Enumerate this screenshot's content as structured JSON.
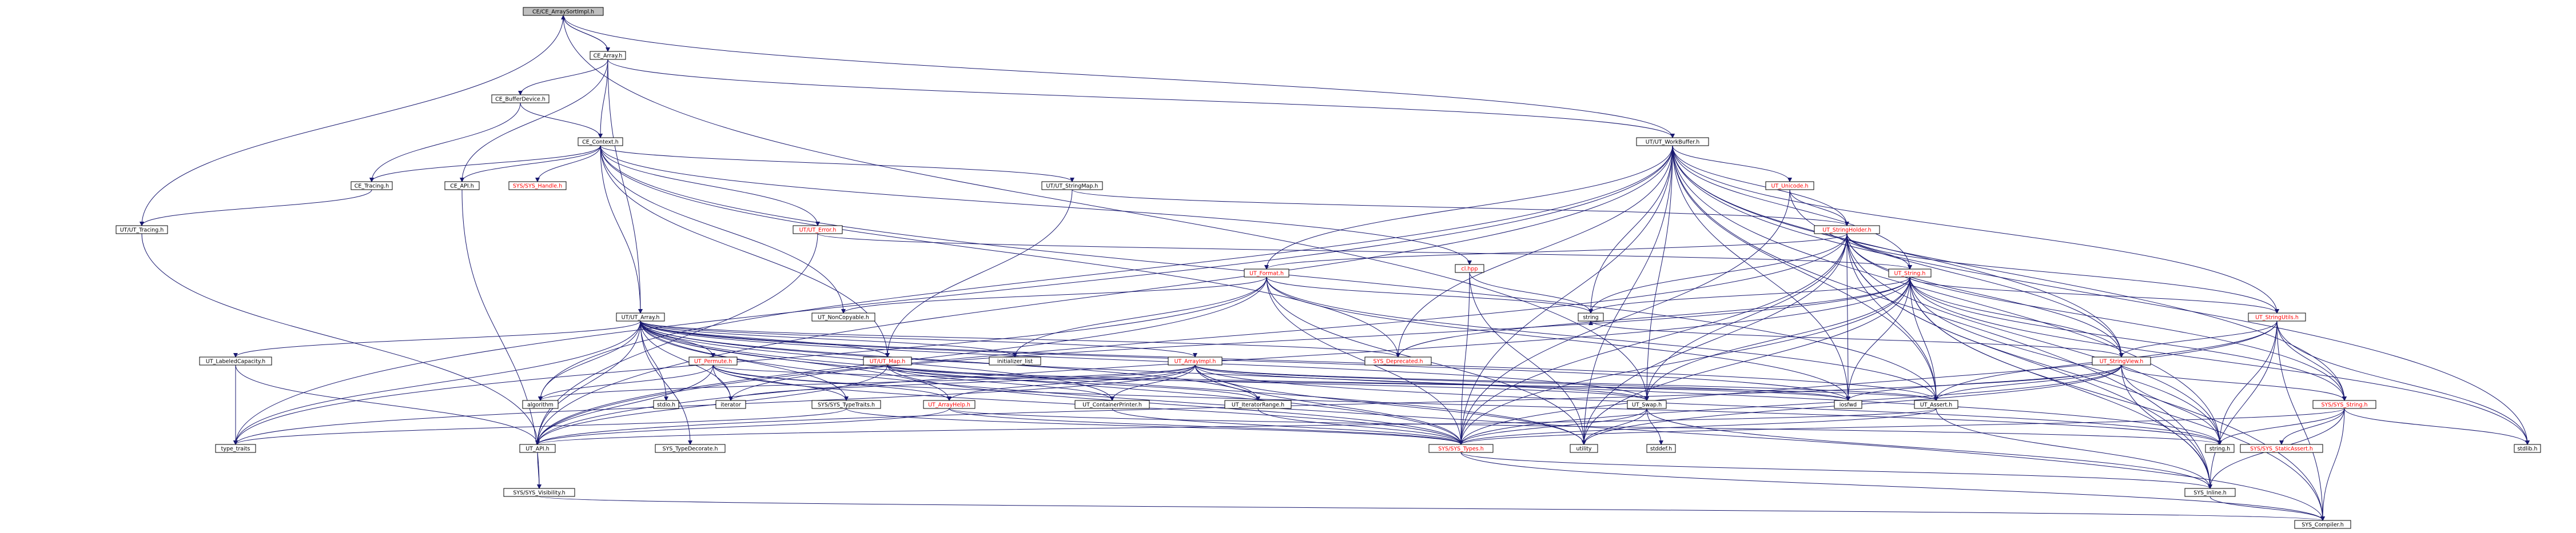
{
  "diagram": {
    "title": "",
    "colors": {
      "edge": "#191970",
      "root_fill": "#bfbfbf",
      "node_fill": "#ffffff",
      "missing_text": "#ff0000"
    },
    "nodes": [
      {
        "id": "root",
        "label": "CE/CE_ArraySortImpl.h",
        "kind": "root"
      },
      {
        "id": "ce_array",
        "label": "CE_Array.h"
      },
      {
        "id": "ce_bufferdevice",
        "label": "CE_BufferDevice.h"
      },
      {
        "id": "ce_context",
        "label": "CE_Context.h"
      },
      {
        "id": "ce_tracing",
        "label": "CE_Tracing.h"
      },
      {
        "id": "ce_api",
        "label": "CE_API.h"
      },
      {
        "id": "sys_handle",
        "label": "SYS/SYS_Handle.h",
        "kind": "red"
      },
      {
        "id": "ut_tracing",
        "label": "UT/UT_Tracing.h"
      },
      {
        "id": "ut_stringmap",
        "label": "UT/UT_StringMap.h"
      },
      {
        "id": "ut_error",
        "label": "UT/UT_Error.h",
        "kind": "red"
      },
      {
        "id": "ut_workbuffer",
        "label": "UT/UT_WorkBuffer.h"
      },
      {
        "id": "ut_unicode",
        "label": "UT_Unicode.h",
        "kind": "red"
      },
      {
        "id": "ut_stringholder",
        "label": "UT_StringHolder.h",
        "kind": "red"
      },
      {
        "id": "cl_hpp",
        "label": "cl.hpp",
        "kind": "red"
      },
      {
        "id": "ut_format",
        "label": "UT_Format.h",
        "kind": "red"
      },
      {
        "id": "ut_string",
        "label": "UT_String.h",
        "kind": "red"
      },
      {
        "id": "ut_noncopyable",
        "label": "UT_NonCopyable.h"
      },
      {
        "id": "ut_array",
        "label": "UT/UT_Array.h"
      },
      {
        "id": "string",
        "label": "string",
        "kind": "plain"
      },
      {
        "id": "ut_stringutils",
        "label": "UT_StringUtils.h",
        "kind": "red"
      },
      {
        "id": "ut_labeledcapacity",
        "label": "UT_LabeledCapacity.h"
      },
      {
        "id": "ut_permute",
        "label": "UT_Permute.h",
        "kind": "red"
      },
      {
        "id": "ut_map",
        "label": "UT/UT_Map.h",
        "kind": "red"
      },
      {
        "id": "initializer_list",
        "label": "initializer_list",
        "kind": "plain"
      },
      {
        "id": "ut_arrayimpl",
        "label": "UT_ArrayImpl.h",
        "kind": "red"
      },
      {
        "id": "sys_deprecated",
        "label": "SYS_Deprecated.h",
        "kind": "red"
      },
      {
        "id": "ut_stringview",
        "label": "UT_StringView.h",
        "kind": "red"
      },
      {
        "id": "algorithm",
        "label": "algorithm",
        "kind": "plain"
      },
      {
        "id": "stdio",
        "label": "stdio.h",
        "kind": "plain"
      },
      {
        "id": "iterator",
        "label": "iterator",
        "kind": "plain"
      },
      {
        "id": "sys_typetraits",
        "label": "SYS/SYS_TypeTraits.h"
      },
      {
        "id": "ut_arrayhelp",
        "label": "UT_ArrayHelp.h",
        "kind": "red"
      },
      {
        "id": "ut_containerprinter",
        "label": "UT_ContainerPrinter.h"
      },
      {
        "id": "ut_iteratorrange",
        "label": "UT_IteratorRange.h"
      },
      {
        "id": "ut_swap",
        "label": "UT_Swap.h"
      },
      {
        "id": "iosfwd",
        "label": "iosfwd",
        "kind": "plain"
      },
      {
        "id": "ut_assert",
        "label": "UT_Assert.h"
      },
      {
        "id": "sys_string",
        "label": "SYS/SYS_String.h",
        "kind": "red"
      },
      {
        "id": "type_traits",
        "label": "type_traits",
        "kind": "plain"
      },
      {
        "id": "ut_api",
        "label": "UT_API.h"
      },
      {
        "id": "sys_typedecorate",
        "label": "SYS_TypeDecorate.h"
      },
      {
        "id": "utility",
        "label": "utility",
        "kind": "plain"
      },
      {
        "id": "stddef",
        "label": "stddef.h",
        "kind": "plain"
      },
      {
        "id": "sys_types",
        "label": "SYS/SYS_Types.h",
        "kind": "red"
      },
      {
        "id": "string_h",
        "label": "string.h",
        "kind": "plain"
      },
      {
        "id": "sys_staticassert",
        "label": "SYS/SYS_StaticAssert.h",
        "kind": "red"
      },
      {
        "id": "stdlib",
        "label": "stdlib.h",
        "kind": "plain"
      },
      {
        "id": "sys_visibility",
        "label": "SYS/SYS_Visibility.h"
      },
      {
        "id": "sys_inline",
        "label": "SYS_Inline.h"
      },
      {
        "id": "sys_compiler",
        "label": "SYS_Compiler.h"
      }
    ],
    "edges": [
      [
        "root",
        "ce_array"
      ],
      [
        "root",
        "ut_tracing"
      ],
      [
        "root",
        "ut_workbuffer"
      ],
      [
        "root",
        "ut_swap"
      ],
      [
        "ce_array",
        "root"
      ],
      [
        "ce_array",
        "ce_bufferdevice"
      ],
      [
        "ce_array",
        "ce_context"
      ],
      [
        "ce_array",
        "ce_api"
      ],
      [
        "ce_array",
        "ut_array"
      ],
      [
        "ce_array",
        "ut_workbuffer"
      ],
      [
        "ce_bufferdevice",
        "ce_context"
      ],
      [
        "ce_bufferdevice",
        "ce_tracing"
      ],
      [
        "ce_context",
        "ce_tracing"
      ],
      [
        "ce_context",
        "ce_api"
      ],
      [
        "ce_context",
        "sys_handle"
      ],
      [
        "ce_context",
        "ut_stringmap"
      ],
      [
        "ce_context",
        "ut_error"
      ],
      [
        "ce_context",
        "ut_array"
      ],
      [
        "ce_context",
        "ut_noncopyable"
      ],
      [
        "ce_context",
        "cl_hpp"
      ],
      [
        "ce_context",
        "ut_map"
      ],
      [
        "ce_context",
        "sys_deprecated"
      ],
      [
        "ce_context",
        "ut_assert"
      ],
      [
        "ce_tracing",
        "ut_tracing"
      ],
      [
        "ce_api",
        "sys_visibility"
      ],
      [
        "ut_tracing",
        "ut_api"
      ],
      [
        "ut_stringmap",
        "ut_stringholder"
      ],
      [
        "ut_stringmap",
        "ut_map"
      ],
      [
        "ut_error",
        "ut_string"
      ],
      [
        "ut_error",
        "ut_api"
      ],
      [
        "ut_workbuffer",
        "ut_unicode"
      ],
      [
        "ut_workbuffer",
        "ut_stringholder"
      ],
      [
        "ut_workbuffer",
        "ut_format"
      ],
      [
        "ut_workbuffer",
        "ut_string"
      ],
      [
        "ut_workbuffer",
        "string"
      ],
      [
        "ut_workbuffer",
        "ut_stringutils"
      ],
      [
        "ut_workbuffer",
        "ut_stringview"
      ],
      [
        "ut_workbuffer",
        "sys_string"
      ],
      [
        "ut_workbuffer",
        "ut_assert"
      ],
      [
        "ut_workbuffer",
        "ut_swap"
      ],
      [
        "ut_workbuffer",
        "iosfwd"
      ],
      [
        "ut_workbuffer",
        "ut_api"
      ],
      [
        "ut_workbuffer",
        "sys_types"
      ],
      [
        "ut_workbuffer",
        "string_h"
      ],
      [
        "ut_workbuffer",
        "stdlib"
      ],
      [
        "ut_workbuffer",
        "utility"
      ],
      [
        "ut_workbuffer",
        "algorithm"
      ],
      [
        "ut_workbuffer",
        "sys_deprecated"
      ],
      [
        "ut_workbuffer",
        "type_traits"
      ],
      [
        "ut_workbuffer",
        "sys_inline"
      ],
      [
        "ut_unicode",
        "ut_stringholder"
      ],
      [
        "ut_unicode",
        "ut_stringview"
      ],
      [
        "ut_unicode",
        "sys_types"
      ],
      [
        "ut_stringholder",
        "ut_format"
      ],
      [
        "ut_stringholder",
        "ut_string"
      ],
      [
        "ut_stringholder",
        "ut_stringutils"
      ],
      [
        "ut_stringholder",
        "ut_stringview"
      ],
      [
        "ut_stringholder",
        "sys_string"
      ],
      [
        "ut_stringholder",
        "ut_assert"
      ],
      [
        "ut_stringholder",
        "ut_swap"
      ],
      [
        "ut_stringholder",
        "iosfwd"
      ],
      [
        "ut_stringholder",
        "string"
      ],
      [
        "ut_stringholder",
        "string_h"
      ],
      [
        "ut_stringholder",
        "utility"
      ],
      [
        "ut_stringholder",
        "sys_compiler"
      ],
      [
        "ut_stringholder",
        "sys_inline"
      ],
      [
        "ut_stringholder",
        "ut_api"
      ],
      [
        "ut_stringholder",
        "sys_types"
      ],
      [
        "cl_hpp",
        "string"
      ],
      [
        "cl_hpp",
        "utility"
      ],
      [
        "cl_hpp",
        "sys_types"
      ],
      [
        "ut_format",
        "ut_noncopyable"
      ],
      [
        "ut_format",
        "ut_assert"
      ],
      [
        "ut_format",
        "string"
      ],
      [
        "ut_format",
        "initializer_list"
      ],
      [
        "ut_format",
        "iosfwd"
      ],
      [
        "ut_format",
        "sys_types"
      ],
      [
        "ut_format",
        "utility"
      ],
      [
        "ut_format",
        "ut_api"
      ],
      [
        "ut_format",
        "type_traits"
      ],
      [
        "ut_string",
        "ut_stringutils"
      ],
      [
        "ut_string",
        "ut_stringview"
      ],
      [
        "ut_string",
        "sys_string"
      ],
      [
        "ut_string",
        "ut_assert"
      ],
      [
        "ut_string",
        "ut_swap"
      ],
      [
        "ut_string",
        "iosfwd"
      ],
      [
        "ut_string",
        "string"
      ],
      [
        "ut_string",
        "string_h"
      ],
      [
        "ut_string",
        "sys_deprecated"
      ],
      [
        "ut_string",
        "ut_api"
      ],
      [
        "ut_string",
        "sys_types"
      ],
      [
        "ut_string",
        "sys_compiler"
      ],
      [
        "ut_string",
        "sys_inline"
      ],
      [
        "ut_string",
        "utility"
      ],
      [
        "ut_string",
        "stdlib"
      ],
      [
        "ut_string",
        "iterator"
      ],
      [
        "ut_stringutils",
        "ut_stringview"
      ],
      [
        "ut_stringutils",
        "sys_string"
      ],
      [
        "ut_stringutils",
        "ut_assert"
      ],
      [
        "ut_stringutils",
        "string_h"
      ],
      [
        "ut_stringutils",
        "sys_types"
      ],
      [
        "ut_stringutils",
        "sys_inline"
      ],
      [
        "ut_stringutils",
        "sys_compiler"
      ],
      [
        "ut_stringutils",
        "stdlib"
      ],
      [
        "ut_array",
        "ut_labeledcapacity"
      ],
      [
        "ut_array",
        "ut_permute"
      ],
      [
        "ut_array",
        "ut_map"
      ],
      [
        "ut_array",
        "initializer_list"
      ],
      [
        "ut_array",
        "ut_arrayimpl"
      ],
      [
        "ut_array",
        "sys_deprecated"
      ],
      [
        "ut_array",
        "algorithm"
      ],
      [
        "ut_array",
        "stdio"
      ],
      [
        "ut_array",
        "iterator"
      ],
      [
        "ut_array",
        "sys_typetraits"
      ],
      [
        "ut_array",
        "ut_arrayhelp"
      ],
      [
        "ut_array",
        "ut_containerprinter"
      ],
      [
        "ut_array",
        "ut_iteratorrange"
      ],
      [
        "ut_array",
        "ut_swap"
      ],
      [
        "ut_array",
        "iosfwd"
      ],
      [
        "ut_array",
        "ut_assert"
      ],
      [
        "ut_array",
        "type_traits"
      ],
      [
        "ut_array",
        "ut_api"
      ],
      [
        "ut_array",
        "sys_typedecorate"
      ],
      [
        "ut_array",
        "sys_types"
      ],
      [
        "ut_array",
        "string_h"
      ],
      [
        "ut_array",
        "utility"
      ],
      [
        "ut_array",
        "sys_compiler"
      ],
      [
        "ut_labeledcapacity",
        "type_traits"
      ],
      [
        "ut_labeledcapacity",
        "ut_api"
      ],
      [
        "ut_permute",
        "algorithm"
      ],
      [
        "ut_permute",
        "iterator"
      ],
      [
        "ut_permute",
        "sys_typetraits"
      ],
      [
        "ut_permute",
        "ut_arrayhelp"
      ],
      [
        "ut_permute",
        "ut_api"
      ],
      [
        "ut_permute",
        "sys_types"
      ],
      [
        "ut_permute",
        "string_h"
      ],
      [
        "ut_permute",
        "ut_assert"
      ],
      [
        "ut_map",
        "ut_iteratorrange"
      ],
      [
        "ut_map",
        "ut_containerprinter"
      ],
      [
        "ut_map",
        "ut_swap"
      ],
      [
        "ut_map",
        "sys_types"
      ],
      [
        "ut_map",
        "ut_api"
      ],
      [
        "ut_map",
        "iosfwd"
      ],
      [
        "ut_arrayimpl",
        "ut_arrayhelp"
      ],
      [
        "ut_arrayimpl",
        "ut_containerprinter"
      ],
      [
        "ut_arrayimpl",
        "ut_iteratorrange"
      ],
      [
        "ut_arrayimpl",
        "iosfwd"
      ],
      [
        "ut_arrayimpl",
        "ut_assert"
      ],
      [
        "ut_arrayimpl",
        "ut_swap"
      ],
      [
        "ut_arrayimpl",
        "sys_types"
      ],
      [
        "ut_arrayimpl",
        "algorithm"
      ],
      [
        "ut_arrayimpl",
        "iterator"
      ],
      [
        "ut_arrayimpl",
        "utility"
      ],
      [
        "ut_arrayimpl",
        "type_traits"
      ],
      [
        "ut_arrayimpl",
        "string_h"
      ],
      [
        "ut_stringview",
        "sys_string"
      ],
      [
        "ut_stringview",
        "ut_assert"
      ],
      [
        "ut_stringview",
        "ut_api"
      ],
      [
        "ut_stringview",
        "sys_types"
      ],
      [
        "ut_stringview",
        "iosfwd"
      ],
      [
        "ut_stringview",
        "string"
      ],
      [
        "ut_stringview",
        "string_h"
      ],
      [
        "ut_stringview",
        "sys_inline"
      ],
      [
        "ut_stringview",
        "utility"
      ],
      [
        "sys_typetraits",
        "sys_types"
      ],
      [
        "sys_typetraits",
        "type_traits"
      ],
      [
        "ut_arrayhelp",
        "ut_api"
      ],
      [
        "ut_arrayhelp",
        "sys_types"
      ],
      [
        "ut_arrayhelp",
        "string_h"
      ],
      [
        "ut_containerprinter",
        "sys_types"
      ],
      [
        "ut_iteratorrange",
        "sys_types"
      ],
      [
        "ut_swap",
        "utility"
      ],
      [
        "ut_swap",
        "stddef"
      ],
      [
        "ut_swap",
        "sys_inline"
      ],
      [
        "ut_swap",
        "sys_types"
      ],
      [
        "ut_assert",
        "ut_api"
      ],
      [
        "ut_assert",
        "sys_inline"
      ],
      [
        "ut_assert",
        "sys_types"
      ],
      [
        "sys_string",
        "sys_types"
      ],
      [
        "sys_string",
        "sys_staticassert"
      ],
      [
        "sys_string",
        "string_h"
      ],
      [
        "sys_string",
        "stdlib"
      ],
      [
        "sys_string",
        "sys_inline"
      ],
      [
        "sys_string",
        "sys_compiler"
      ],
      [
        "ut_api",
        "sys_visibility"
      ],
      [
        "sys_visibility",
        "sys_compiler"
      ],
      [
        "sys_types",
        "sys_inline"
      ],
      [
        "sys_types",
        "sys_compiler"
      ],
      [
        "sys_inline",
        "sys_compiler"
      ]
    ]
  }
}
